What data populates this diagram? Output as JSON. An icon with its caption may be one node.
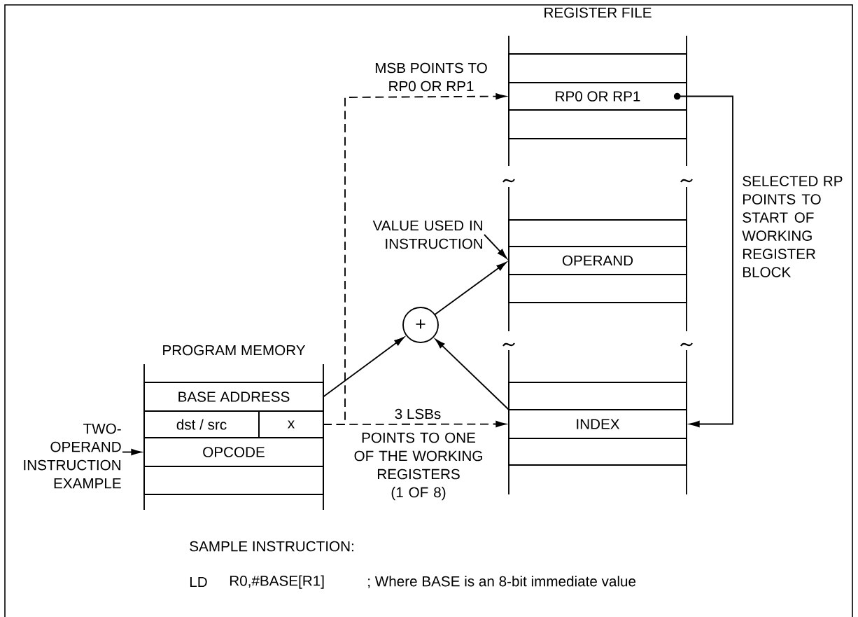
{
  "diagram": {
    "nodes": [
      {
        "text": [
          "PROGRAM MEMORY"
        ]
      },
      {
        "text": [
          "BASE ADDRESS"
        ],
        "in": 0
      },
      {
        "text": [
          "dst / src"
        ],
        "in": 0
      },
      {
        "text": [
          "x"
        ],
        "in": 0
      },
      {
        "text": [
          "OPCODE"
        ],
        "in": 0
      },
      {
        "text": [],
        "shape": "box",
        "in": 0
      },
      {
        "text": [
          "REGISTER FILE"
        ]
      },
      {
        "text": [],
        "shape": "box",
        "in": 6
      },
      {
        "text": [
          "RP0 OR RP1"
        ],
        "in": 6
      },
      {
        "text": [],
        "shape": "box",
        "in": 6
      },
      {
        "text": [],
        "shape": "box",
        "in": 6
      },
      {
        "text": [
          "OPERAND"
        ],
        "in": 6
      },
      {
        "text": [],
        "shape": "box",
        "in": 6
      },
      {
        "text": [],
        "shape": "box",
        "in": 6
      },
      {
        "text": [
          "INDEX"
        ],
        "in": 6
      },
      {
        "text": [],
        "shape": "box",
        "in": 6
      },
      {
        "text": [
          "+"
        ]
      },
      {
        "text": [
          "TWO- OPERAND INSTRUCTION EXAMPLE"
        ]
      },
      {
        "text": [
          "VALUE USED IN INSTRUCTION"
        ]
      }
    ],
    "edges": [
      {
        "from": 3,
        "to": 8,
        "arrow": "to",
        "style": "dashed",
        "label": "MSB POINTS TO RP0 OR RP1"
      },
      {
        "from": 3,
        "to": 14,
        "arrow": "to",
        "style": "dashed",
        "label": "3 LSBs"
      },
      {
        "from": 1,
        "to": 16,
        "arrow": "to"
      },
      {
        "from": 14,
        "to": 16,
        "arrow": "to"
      },
      {
        "from": 16,
        "to": 11,
        "arrow": "to"
      },
      {
        "from": 8,
        "to": 14,
        "arrow": "to",
        "label": "SELECTED RP POINTS TO START OF WORKING REGISTER BLOCK"
      },
      {
        "from": 17,
        "to": 4,
        "arrow": "to"
      },
      {
        "from": 18,
        "to": 11,
        "arrow": "to"
      }
    ],
    "labels": [
      "POINTS TO ONE OF THE WORKING REGISTERS (1 OF 8)",
      "SAMPLE INSTRUCTION:",
      "LD",
      "R0,#BASE[R1]",
      "; Where BASE is an 8-bit immediate value"
    ]
  }
}
